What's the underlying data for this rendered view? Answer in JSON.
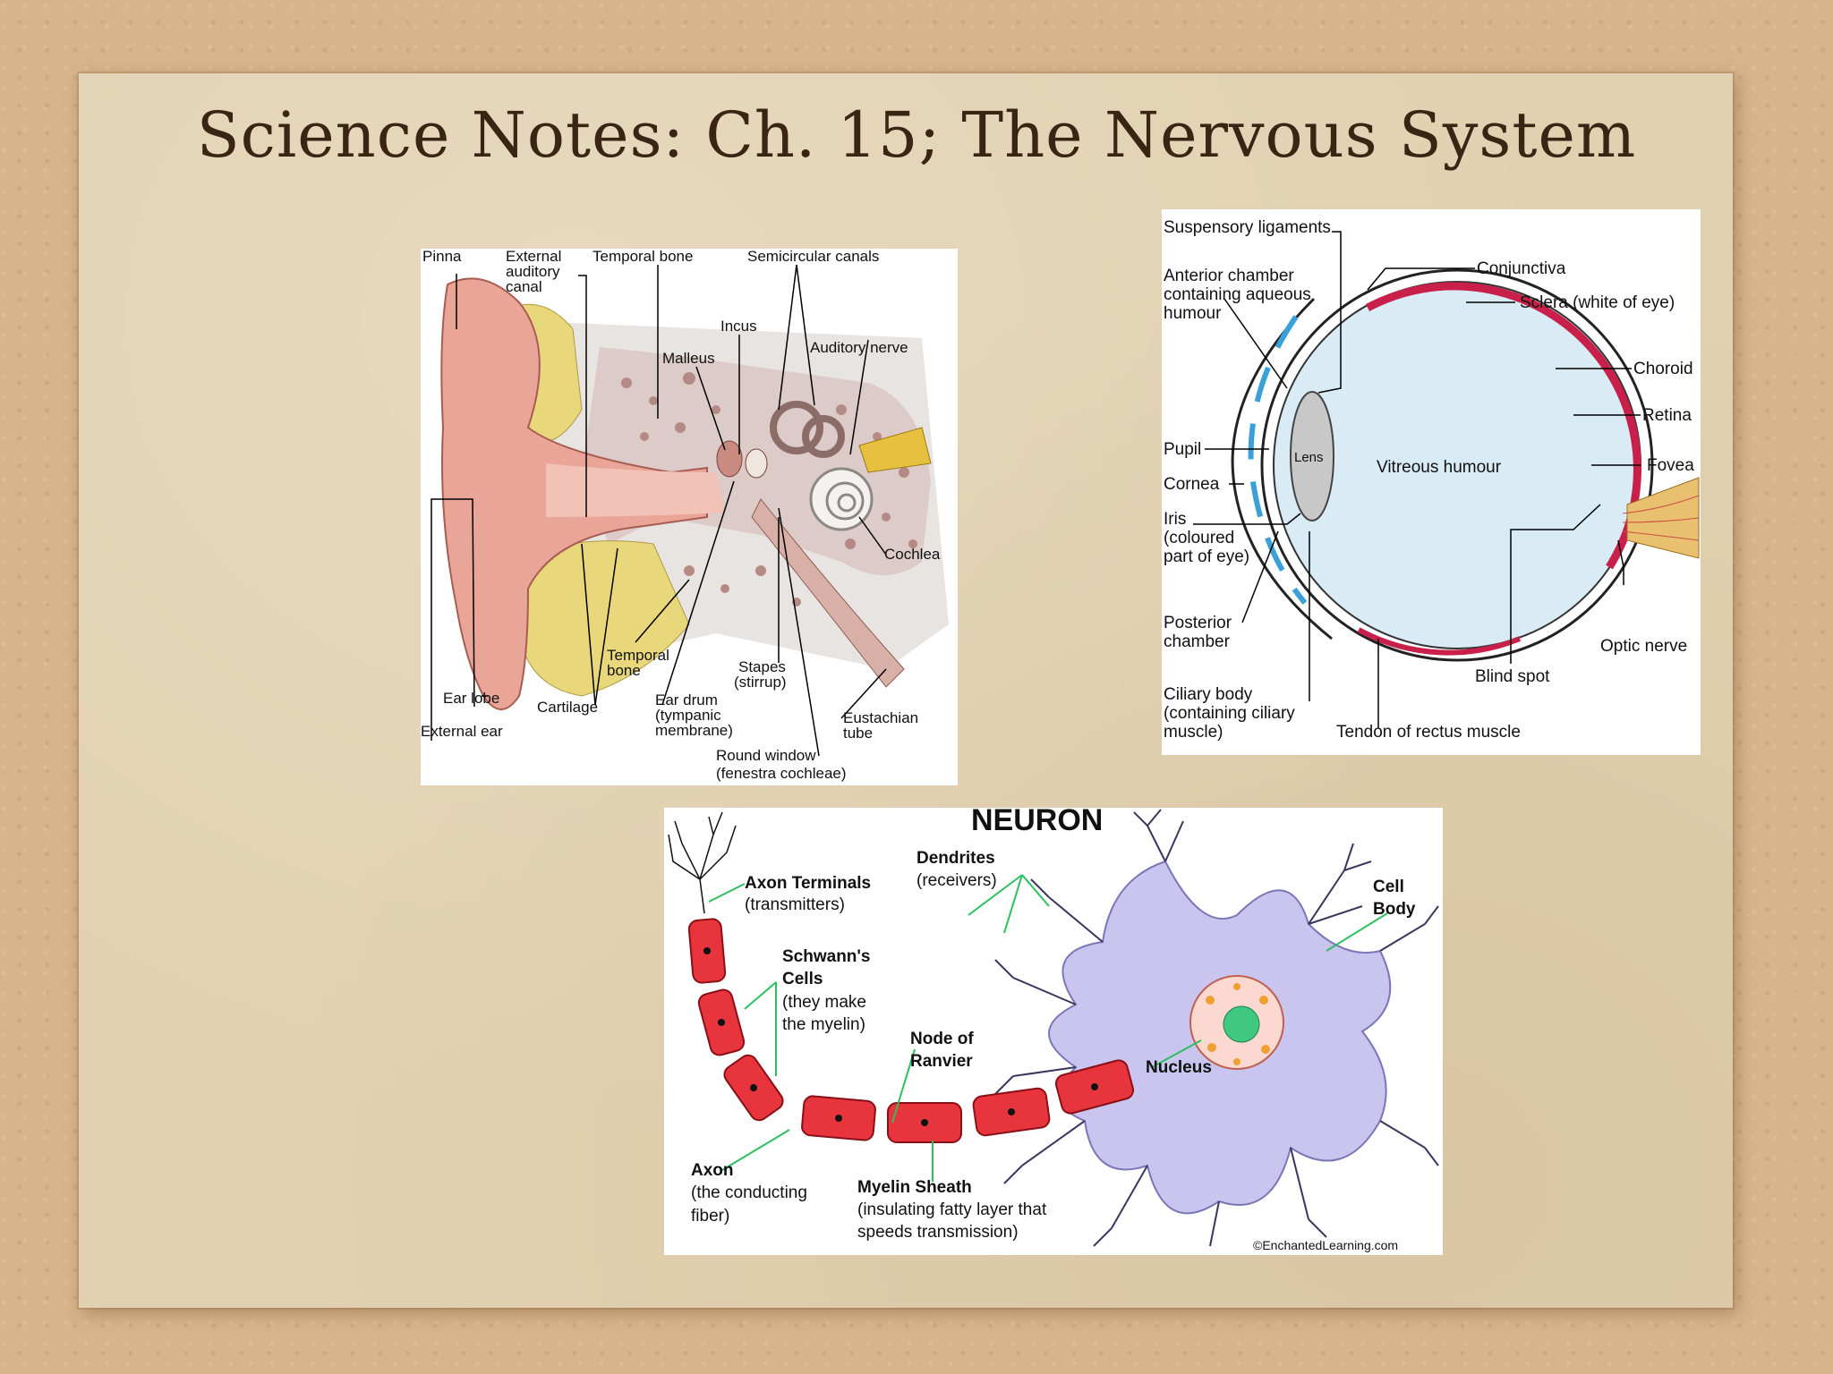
{
  "slide": {
    "title": "Science Notes: Ch. 15; The Nervous System"
  },
  "ear": {
    "labels": {
      "pinna": "Pinna",
      "ext_canal_1": "External",
      "ext_canal_2": "auditory",
      "ext_canal_3": "canal",
      "temporal_bone_top": "Temporal bone",
      "semicircular": "Semicircular canals",
      "incus": "Incus",
      "malleus": "Malleus",
      "auditory_nerve": "Auditory nerve",
      "cochlea": "Cochlea",
      "temporal_bone_1": "Temporal",
      "temporal_bone_2": "bone",
      "stapes_1": "Stapes",
      "stapes_2": "(stirrup)",
      "ear_lobe": "Ear lobe",
      "cartilage": "Cartilage",
      "ear_drum_1": "Ear drum",
      "ear_drum_2": "(tympanic",
      "ear_drum_3": "membrane)",
      "eustachian_1": "Eustachian",
      "eustachian_2": "tube",
      "external_ear": "External ear",
      "round_window_1": "Round window",
      "round_window_2": "(fenestra cochleae)"
    }
  },
  "eye": {
    "labels": {
      "suspensory": "Suspensory ligaments",
      "anterior_1": "Anterior chamber",
      "anterior_2": "containing aqueous",
      "anterior_3": "humour",
      "conjunctiva": "Conjunctiva",
      "sclera": "Sclera (white of eye)",
      "choroid": "Choroid",
      "retina": "Retina",
      "pupil": "Pupil",
      "lens": "Lens",
      "vitreous": "Vitreous humour",
      "fovea": "Fovea",
      "cornea": "Cornea",
      "iris_1": "Iris",
      "iris_2": "(coloured",
      "iris_3": "part of eye)",
      "posterior_1": "Posterior",
      "posterior_2": "chamber",
      "optic_nerve": "Optic nerve",
      "blind_spot": "Blind spot",
      "ciliary_1": "Ciliary body",
      "ciliary_2": "(containing ciliary",
      "ciliary_3": "muscle)",
      "tendon": "Tendon of rectus muscle"
    }
  },
  "neuron": {
    "labels": {
      "title": "NEURON",
      "dendrites_1": "Dendrites",
      "dendrites_2": "(receivers)",
      "axon_terminals_1": "Axon Terminals",
      "axon_terminals_2": "(transmitters)",
      "cell_body_1": "Cell",
      "cell_body_2": "Body",
      "schwann_1": "Schwann's",
      "schwann_2": "Cells",
      "schwann_3": "(they make",
      "schwann_4": "the myelin)",
      "node_1": "Node of",
      "node_2": "Ranvier",
      "nucleus": "Nucleus",
      "axon_1": "Axon",
      "axon_2": "(the conducting",
      "axon_3": "fiber)",
      "myelin_1": "Myelin Sheath",
      "myelin_2": "(insulating fatty layer that",
      "myelin_3": "speeds transmission)",
      "credit": "©EnchantedLearning.com"
    }
  },
  "colors": {
    "ear_skin": "#e9a598",
    "ear_cartilage": "#e9d77c",
    "bone": "#dcc8c4",
    "sclera_red": "#c8204a",
    "myelin_red": "#e8343c",
    "neuron_body": "#c9c5ee"
  }
}
